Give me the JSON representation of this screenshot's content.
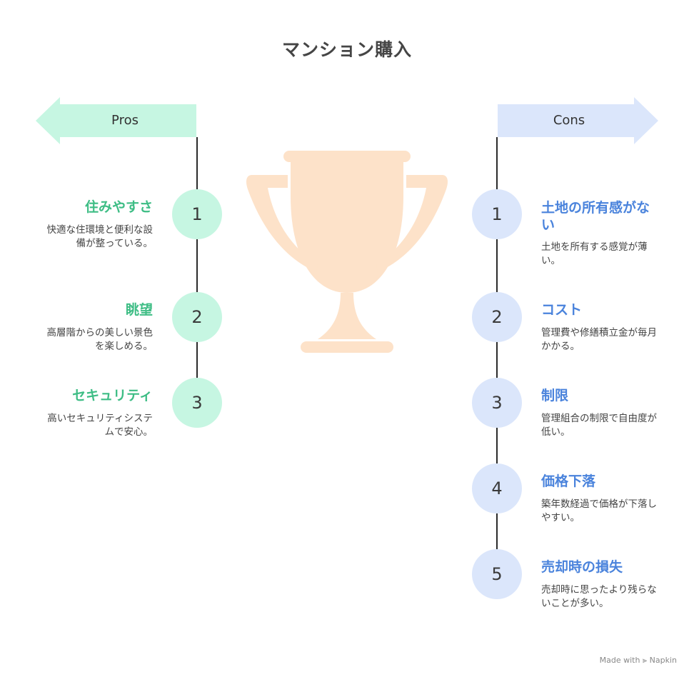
{
  "title": "マンション購入",
  "pros": {
    "label": "Pros",
    "items": [
      {
        "num": "1",
        "title": "住みやすさ",
        "desc": "快適な住環境と便利な設備が整っている。"
      },
      {
        "num": "2",
        "title": "眺望",
        "desc": "高層階からの美しい景色を楽しめる。"
      },
      {
        "num": "3",
        "title": "セキュリティ",
        "desc": "高いセキュリティシステムで安心。"
      }
    ]
  },
  "cons": {
    "label": "Cons",
    "items": [
      {
        "num": "1",
        "title": "土地の所有感がない",
        "desc": "土地を所有する感覚が薄い。"
      },
      {
        "num": "2",
        "title": "コスト",
        "desc": "管理費や修繕積立金が毎月かかる。"
      },
      {
        "num": "3",
        "title": "制限",
        "desc": "管理組合の制限で自由度が低い。"
      },
      {
        "num": "4",
        "title": "価格下落",
        "desc": "築年数経過で価格が下落しやすい。"
      },
      {
        "num": "5",
        "title": "売却時の損失",
        "desc": "売却時に思ったより残らないことが多い。"
      }
    ]
  },
  "footer": "Made with ⫸ Napkin",
  "colors": {
    "pro_fill": "#c6f6e2",
    "pro_title": "#3ebd85",
    "con_fill": "#dbe6fb",
    "con_title": "#4a83dc",
    "trophy": "#fde2c9"
  },
  "icons": [
    "trophy-icon",
    "left-arrow-banner",
    "right-arrow-banner"
  ]
}
